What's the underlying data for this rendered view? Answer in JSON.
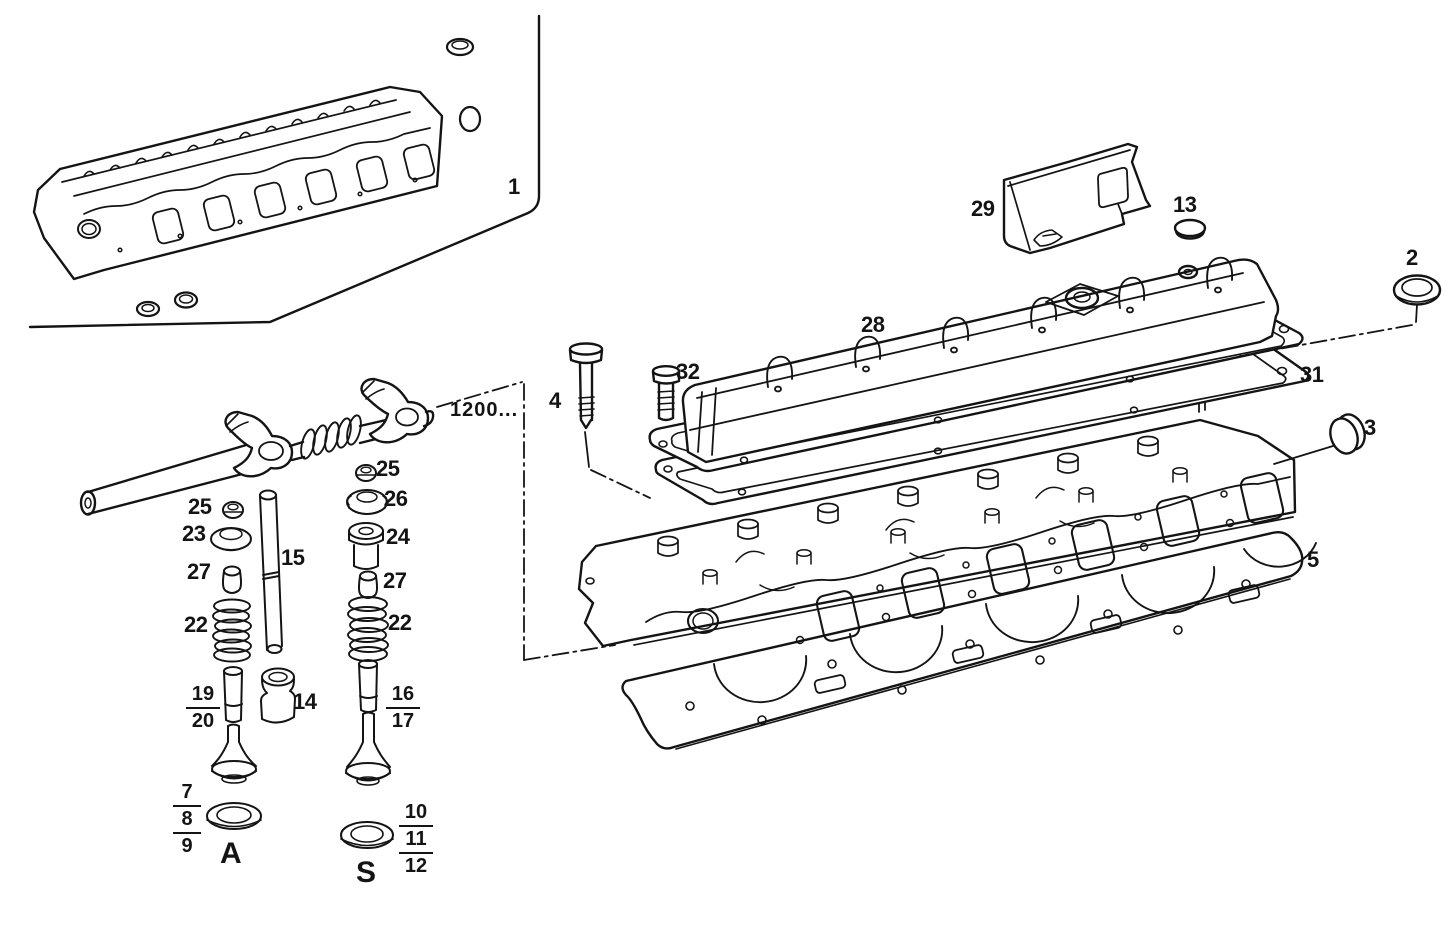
{
  "meta": {
    "description": "Exploded spare-parts line diagram of an engine cylinder head, valve gear and gaskets",
    "paper_color": "#ffffff",
    "ink_color": "#141414"
  },
  "note": {
    "applicability_code": "1200..."
  },
  "callouts": {
    "head_assembly": "1",
    "seal_ring": "2",
    "core_plug": "3",
    "bolt_long": "4",
    "head_gasket": "5",
    "cap_plug": "13",
    "tappet": "14",
    "pushrod": "15",
    "spring_left": "22",
    "spring_right": "22",
    "retainer_left": "23",
    "spring_seat": "24",
    "keeper_left": "25",
    "keeper_right": "25",
    "retainer_right": "26",
    "valve_seal_left": "27",
    "valve_seal_right": "27",
    "valve_cover": "28",
    "heat_shield": "29",
    "cover_gasket": "31",
    "bolt_short": "32"
  },
  "fractions": {
    "intake_guide": [
      "19",
      "20"
    ],
    "exhaust_guide": [
      "16",
      "17"
    ],
    "intake_valve": [
      "7",
      "8",
      "9"
    ],
    "exhaust_valve": [
      "10",
      "11",
      "12"
    ]
  },
  "letters": {
    "intake": "A",
    "exhaust": "S"
  }
}
